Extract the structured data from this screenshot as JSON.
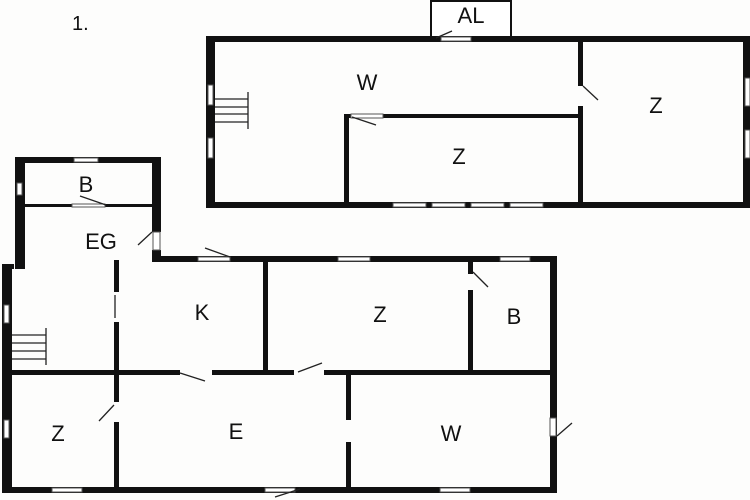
{
  "title": "1.",
  "upper_building": {
    "rooms": [
      {
        "id": "al",
        "label": "AL"
      },
      {
        "id": "w",
        "label": "W"
      },
      {
        "id": "z1",
        "label": "Z"
      },
      {
        "id": "z2",
        "label": "Z"
      }
    ]
  },
  "lower_building": {
    "rooms": [
      {
        "id": "b1",
        "label": "B"
      },
      {
        "id": "eg",
        "label": "EG"
      },
      {
        "id": "k",
        "label": "K"
      },
      {
        "id": "z3",
        "label": "Z"
      },
      {
        "id": "b2",
        "label": "B"
      },
      {
        "id": "z4",
        "label": "Z"
      },
      {
        "id": "e",
        "label": "E"
      },
      {
        "id": "w2",
        "label": "W"
      }
    ]
  }
}
